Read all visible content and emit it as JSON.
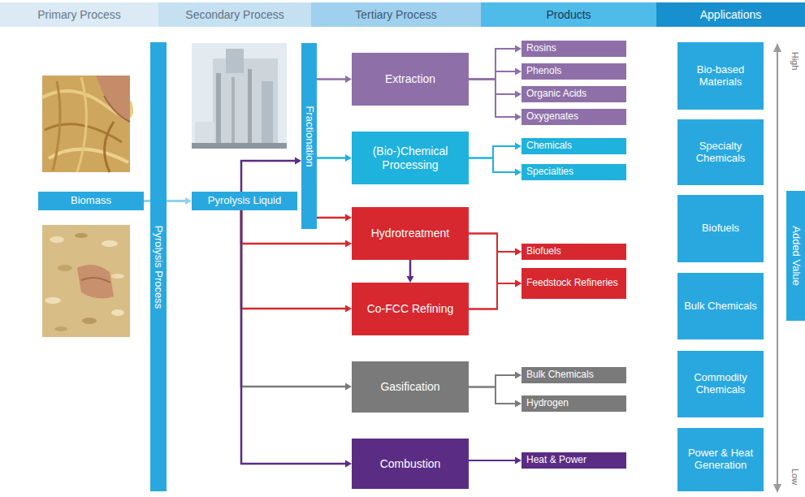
{
  "diagram": {
    "nodes": [
      {
        "text": [
          "Primary Process"
        ]
      },
      {
        "text": [
          "Secondary Process"
        ]
      },
      {
        "text": [
          "Tertiary Process"
        ]
      },
      {
        "text": [
          "Products"
        ]
      },
      {
        "text": [
          "Applications"
        ]
      },
      {
        "text": [
          "Biomass"
        ]
      },
      {
        "text": [
          "Pyrolysis Process"
        ]
      },
      {
        "text": [
          "Pyrolysis Liquid"
        ]
      },
      {
        "text": [
          "Fractionation"
        ]
      },
      {
        "text": [
          "Extraction"
        ]
      },
      {
        "text": [
          "(Bio-)Chemical Processing"
        ]
      },
      {
        "text": [
          "Hydrotreatment"
        ]
      },
      {
        "text": [
          "Co-FCC Refining"
        ]
      },
      {
        "text": [
          "Gasification"
        ]
      },
      {
        "text": [
          "Combustion"
        ]
      },
      {
        "text": [
          "Rosins"
        ]
      },
      {
        "text": [
          "Phenols"
        ]
      },
      {
        "text": [
          "Organic Acids"
        ]
      },
      {
        "text": [
          "Oxygenates"
        ]
      },
      {
        "text": [
          "Chemicals"
        ]
      },
      {
        "text": [
          "Specialties"
        ]
      },
      {
        "text": [
          "Biofuels"
        ]
      },
      {
        "text": [
          "Feedstock Refineries"
        ]
      },
      {
        "text": [
          "Bulk Chemicals"
        ]
      },
      {
        "text": [
          "Hydrogen"
        ]
      },
      {
        "text": [
          "Heat & Power"
        ]
      },
      {
        "text": [
          "Bio-based Materials"
        ]
      },
      {
        "text": [
          "Specialty Chemicals"
        ]
      },
      {
        "text": [
          "Biofuels"
        ]
      },
      {
        "text": [
          "Bulk Chemicals"
        ]
      },
      {
        "text": [
          "Commodity Chemicals"
        ]
      },
      {
        "text": [
          "Power & Heat Generation"
        ]
      },
      {
        "text": [
          "Added Value"
        ]
      }
    ],
    "edges": [
      {
        "from": 5,
        "to": 6,
        "arrow": "none"
      },
      {
        "from": 6,
        "to": 7,
        "arrow": "to"
      },
      {
        "from": 7,
        "to": 8,
        "arrow": "to"
      },
      {
        "from": 7,
        "to": 11,
        "arrow": "to"
      },
      {
        "from": 7,
        "to": 12,
        "arrow": "to"
      },
      {
        "from": 7,
        "to": 13,
        "arrow": "to"
      },
      {
        "from": 7,
        "to": 14,
        "arrow": "to"
      },
      {
        "from": 8,
        "to": 9,
        "arrow": "to"
      },
      {
        "from": 8,
        "to": 10,
        "arrow": "to"
      },
      {
        "from": 8,
        "to": 11,
        "arrow": "to"
      },
      {
        "from": 11,
        "to": 12,
        "arrow": "to"
      },
      {
        "from": 9,
        "to": 15,
        "arrow": "to"
      },
      {
        "from": 9,
        "to": 16,
        "arrow": "to"
      },
      {
        "from": 9,
        "to": 17,
        "arrow": "to"
      },
      {
        "from": 9,
        "to": 18,
        "arrow": "to"
      },
      {
        "from": 10,
        "to": 19,
        "arrow": "to"
      },
      {
        "from": 10,
        "to": 20,
        "arrow": "to"
      },
      {
        "from": 11,
        "to": 21,
        "arrow": "to"
      },
      {
        "from": 11,
        "to": 22,
        "arrow": "to"
      },
      {
        "from": 12,
        "to": 21,
        "arrow": "to"
      },
      {
        "from": 12,
        "to": 22,
        "arrow": "to"
      },
      {
        "from": 13,
        "to": 23,
        "arrow": "to"
      },
      {
        "from": 13,
        "to": 24,
        "arrow": "to"
      },
      {
        "from": 14,
        "to": 25,
        "arrow": "to"
      }
    ],
    "labels": [
      "High",
      "Low"
    ]
  }
}
